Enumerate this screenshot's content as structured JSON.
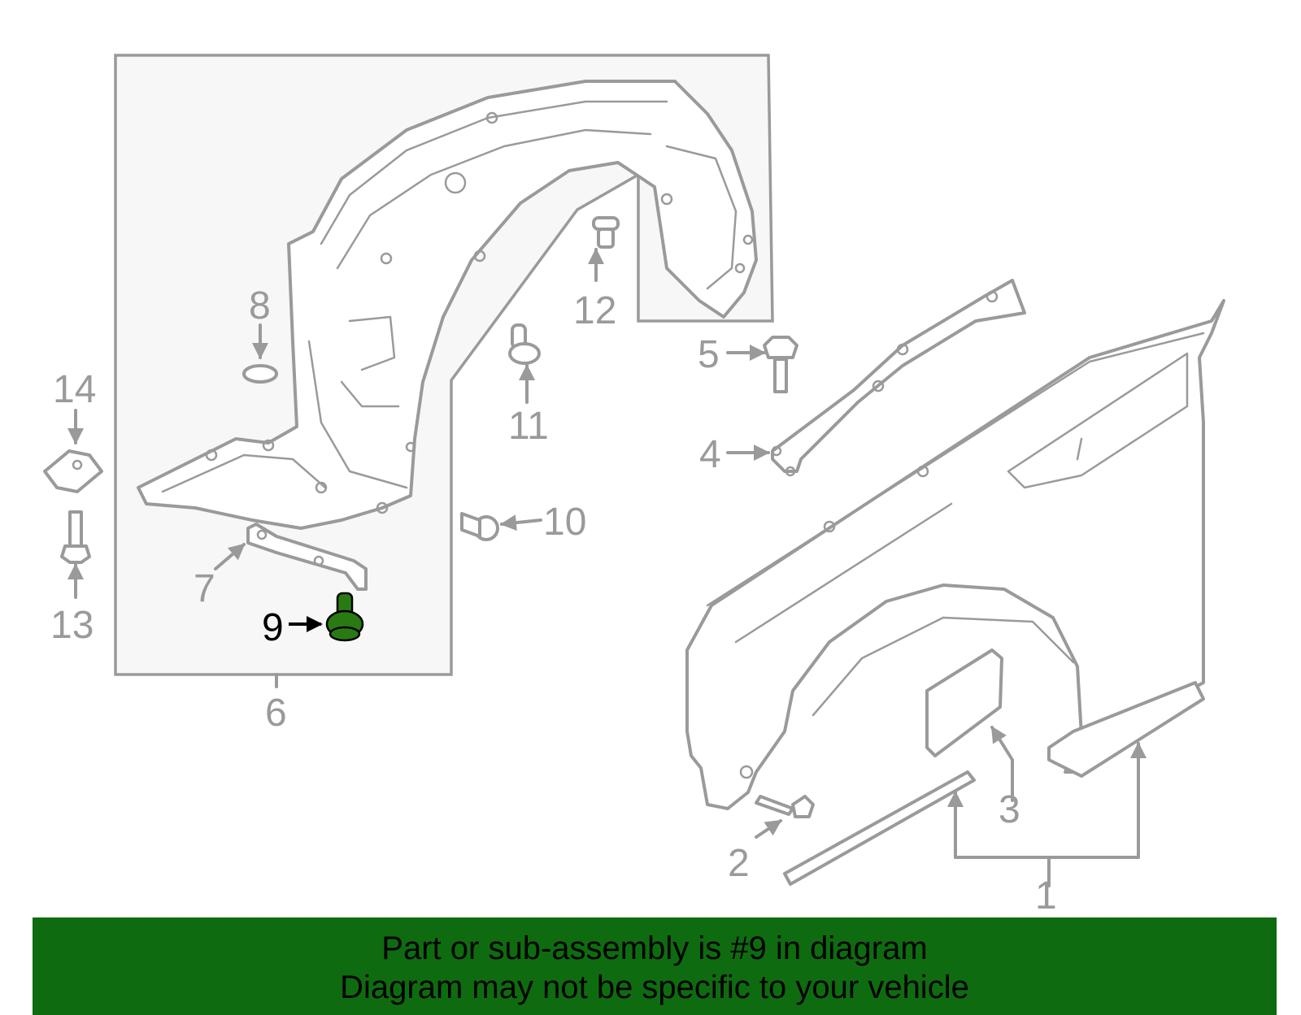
{
  "callouts": [
    "1",
    "2",
    "3",
    "4",
    "5",
    "6",
    "7",
    "8",
    "9",
    "10",
    "11",
    "12",
    "13",
    "14"
  ],
  "highlighted_callout": "9",
  "highlight_color": "#2a7a14",
  "banner": {
    "line1": "Part or sub-assembly is #9 in diagram",
    "line2": "Diagram may not be specific to your vehicle",
    "background": "#0f6b0f"
  }
}
